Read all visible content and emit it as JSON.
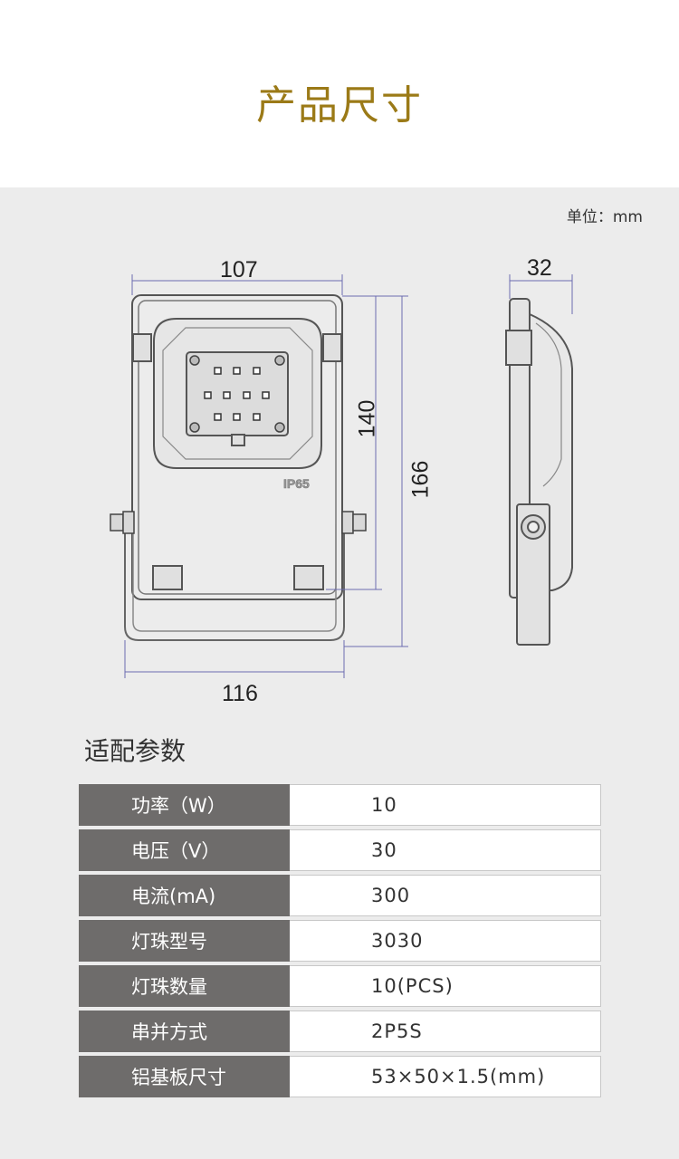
{
  "header": {
    "title": "产品尺寸"
  },
  "unit_label": "单位：mm",
  "drawing": {
    "dims": {
      "width_top": "107",
      "width_bottom": "116",
      "height_inner": "140",
      "height_total": "166",
      "depth": "32"
    },
    "badge": "IP65"
  },
  "params": {
    "title": "适配参数",
    "rows": [
      {
        "key": "功率（W）",
        "value": "10"
      },
      {
        "key": "电压（V）",
        "value": "30"
      },
      {
        "key": "电流(mA)",
        "value": "300"
      },
      {
        "key": "灯珠型号",
        "value": "3030"
      },
      {
        "key": "灯珠数量",
        "value": "10(PCS)"
      },
      {
        "key": "串并方式",
        "value": "2P5S"
      },
      {
        "key": "铝基板尺寸",
        "value": "53×50×1.5(mm)"
      }
    ]
  }
}
